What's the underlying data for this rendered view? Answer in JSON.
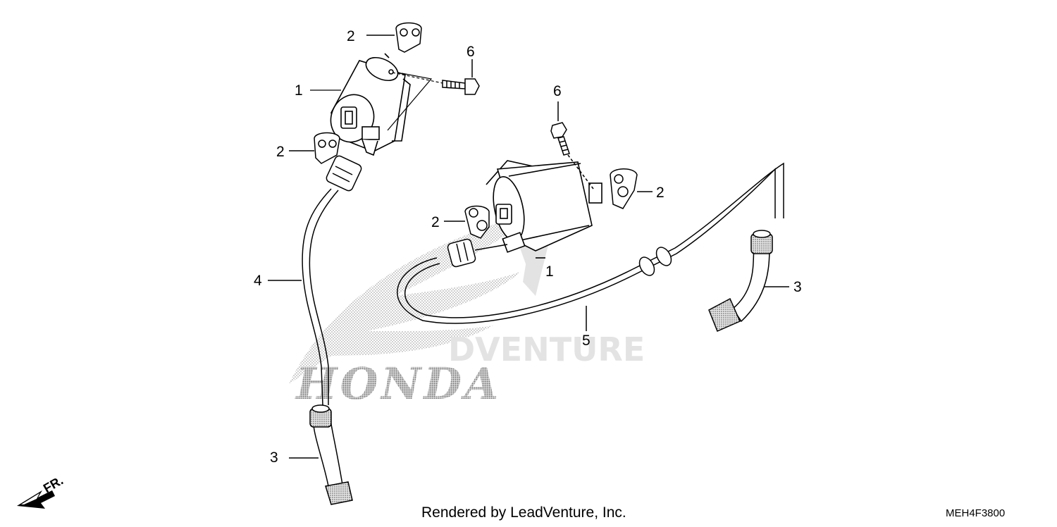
{
  "watermark": {
    "brand": "HONDA",
    "suffix": "DVENTURE"
  },
  "direction": {
    "label": "FR."
  },
  "callouts": {
    "c1_top": "1",
    "c1_mid": "1",
    "c2_a": "2",
    "c2_b": "2",
    "c2_c": "2",
    "c2_d": "2",
    "c3_left": "3",
    "c3_right": "3",
    "c4": "4",
    "c5": "5",
    "c6_top": "6",
    "c6_mid": "6"
  },
  "footer": {
    "rendered_by": "Rendered by LeadVenture, Inc.",
    "diagram_code": "MEH4F3800"
  }
}
